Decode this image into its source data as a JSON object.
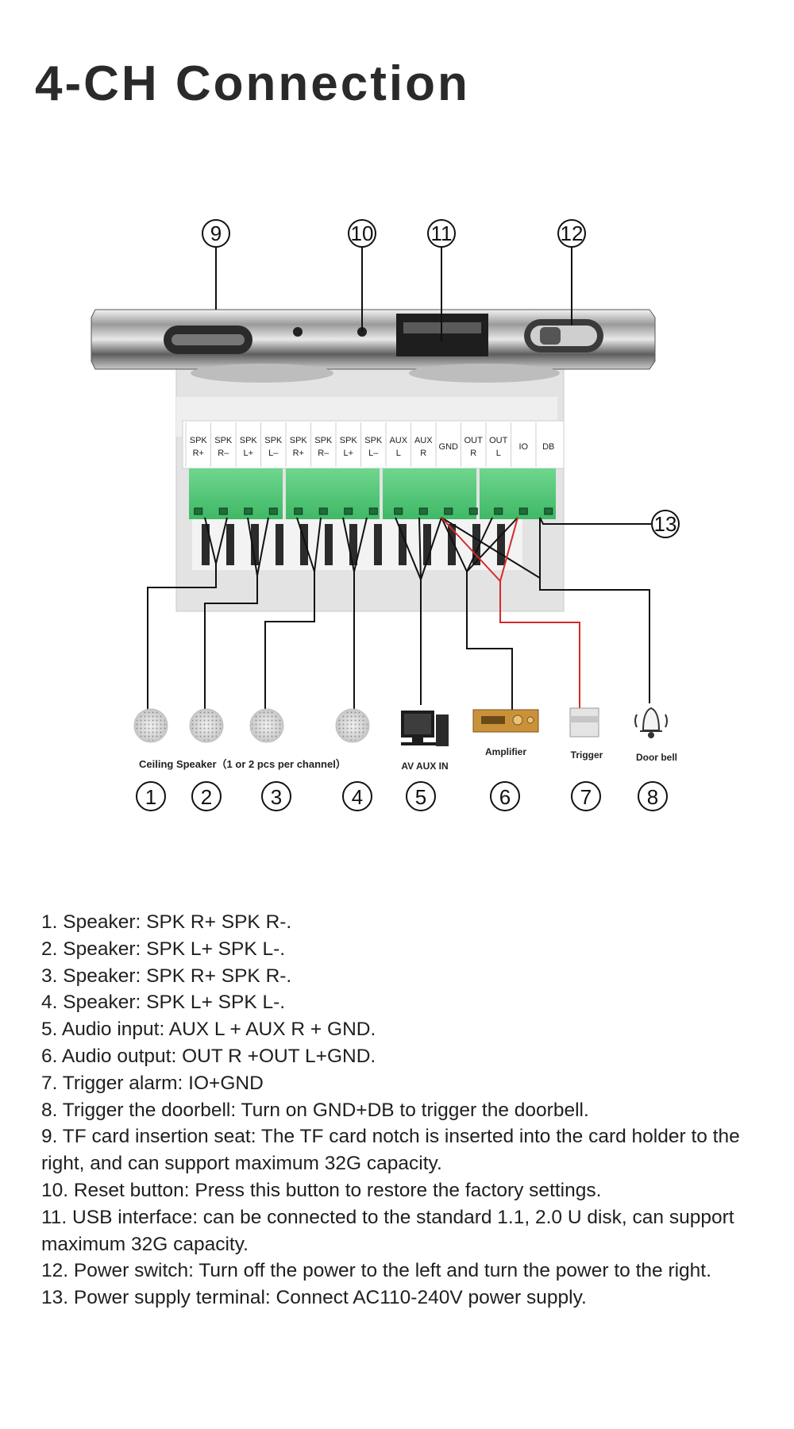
{
  "title": "4-CH Connection",
  "terminals": [
    "SPK R+",
    "SPK R–",
    "SPK L+",
    "SPK L–",
    "SPK R+",
    "SPK R–",
    "SPK L+",
    "SPK L–",
    "AUX L",
    "AUX R",
    "GND",
    "OUT R",
    "OUT L",
    "IO",
    "DB"
  ],
  "callouts": [
    "9",
    "10",
    "11",
    "12",
    "13"
  ],
  "devices": {
    "speaker_caption": "Ceiling Speaker（1 or 2 pcs per channel）",
    "av_aux_in": "AV AUX IN",
    "amplifier": "Amplifier",
    "trigger": "Trigger",
    "door_bell": "Door bell"
  },
  "device_numbers": [
    "1",
    "2",
    "3",
    "4",
    "5",
    "6",
    "7",
    "8"
  ],
  "descriptions": [
    "1. Speaker: SPK R+ SPK R-.",
    "2. Speaker: SPK L+ SPK L-.",
    "3. Speaker: SPK R+ SPK R-.",
    "4. Speaker: SPK L+ SPK L-.",
    "5. Audio input: AUX L + AUX R + GND.",
    "6. Audio output: OUT R +OUT L+GND.",
    "7. Trigger alarm: IO+GND",
    "8. Trigger the doorbell: Turn on GND+DB to trigger the doorbell.",
    "9. TF card insertion seat: The TF card notch is inserted into the card holder to the right, and can support maximum 32G capacity.",
    "10. Reset button: Press this button to restore the factory settings.",
    "11. USB interface: can be connected to the standard 1.1, 2.0 U disk, can support maximum 32G capacity.",
    "12. Power switch: Turn off the power to the left and turn the power to the right.",
    "13. Power supply terminal: Connect AC110-240V power supply."
  ]
}
